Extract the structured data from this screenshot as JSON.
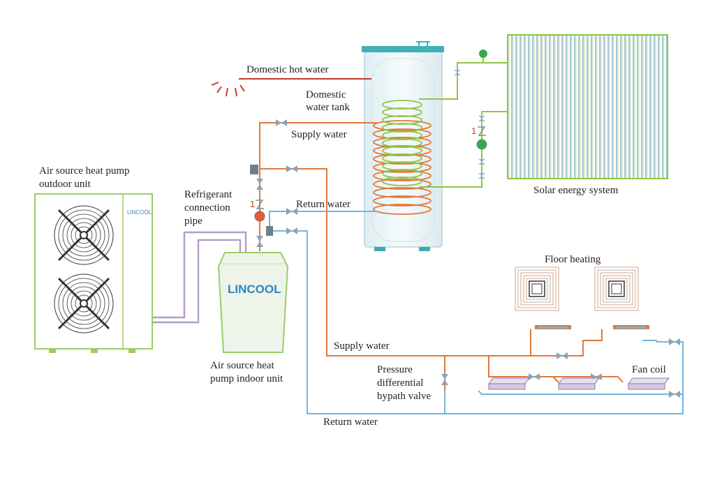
{
  "labels": {
    "domestic_hot_water": "Domestic hot water",
    "domestic_water_tank_line1": "Domestic",
    "domestic_water_tank_line2": "water tank",
    "supply_water_top": "Supply water",
    "return_water_mid": "Return water",
    "solar_energy_system": "Solar energy system",
    "outdoor_unit_line1": "Air source heat pump",
    "outdoor_unit_line2": "outdoor unit",
    "refrigerant_line1": "Refrigerant",
    "refrigerant_line2": "connection",
    "refrigerant_line3": "pipe",
    "indoor_unit_line1": "Air source heat",
    "indoor_unit_line2": "pump indoor unit",
    "floor_heating": "Floor heating",
    "supply_water_bottom": "Supply water",
    "pressure_line1": "Pressure",
    "pressure_line2": "differential",
    "pressure_line3": "bypath valve",
    "fan_coil": "Fan coil",
    "return_water_bottom": "Return water"
  },
  "brand": {
    "outdoor_logo": "LINCOOL",
    "indoor_logo": "LINCOOL"
  },
  "colors": {
    "supply_pipe": "#e0783a",
    "return_pipe": "#6fb6dc",
    "solar_loop": "#8cc63f",
    "refrigerant_pipe": "#b49bcc",
    "hot_water_pipe": "#c0392b",
    "unit_outline": "#9ccc65",
    "tank_fill": "#eef6f8",
    "tank_cap": "#3fb0b8",
    "brand_blue": "#2e86c1"
  }
}
